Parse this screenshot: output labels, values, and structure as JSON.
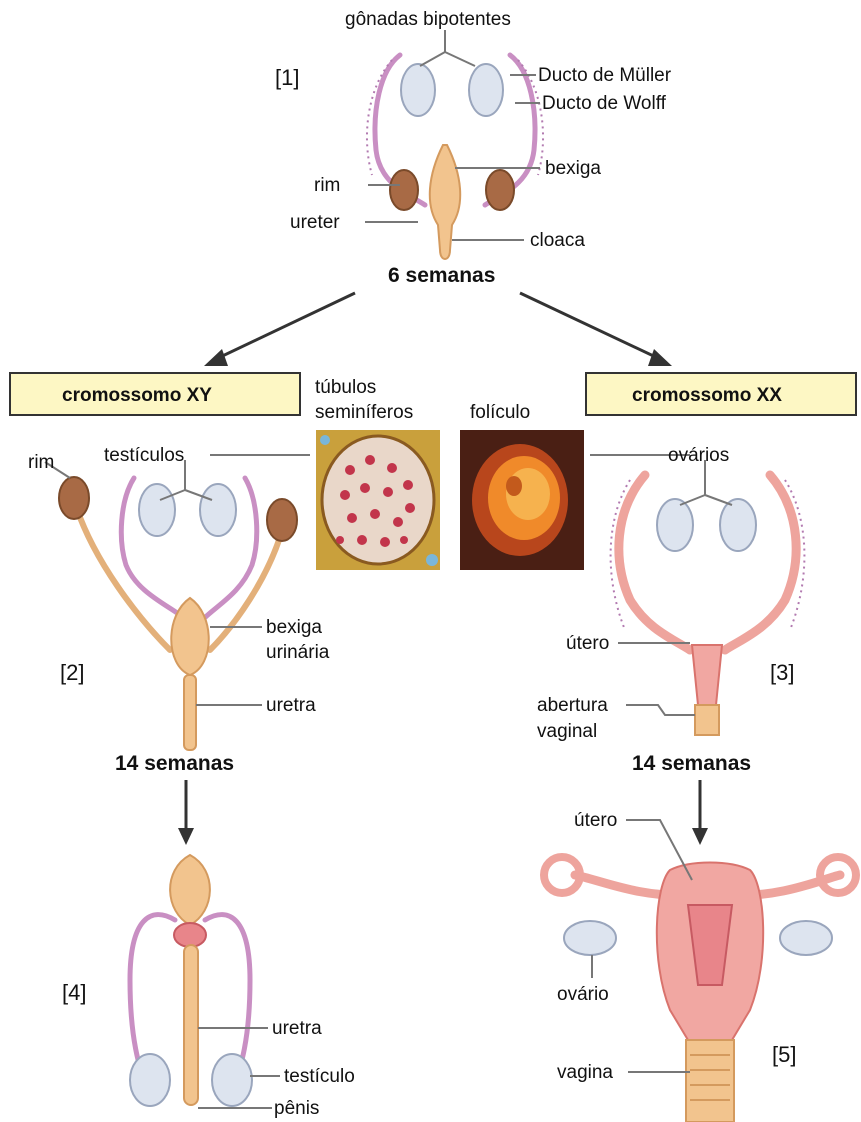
{
  "labels": {
    "bipotent_gonads": "gônadas bipotentes",
    "mullerian_duct": "Ducto de Müller",
    "wolffian_duct": "Ducto de Wolff",
    "bladder": "bexiga",
    "kidney_top": "rim",
    "ureter": "ureter",
    "cloaca": "cloaca",
    "seminiferous_tubules_1": "túbulos",
    "seminiferous_tubules_2": "seminíferos",
    "follicle": "folículo",
    "kidney_xy": "rim",
    "testicles": "testículos",
    "ovaries": "ovários",
    "urinary_bladder_1": "bexiga",
    "urinary_bladder_2": "urinária",
    "urethra_xy": "uretra",
    "uterus_xx": "útero",
    "vaginal_opening_1": "abertura",
    "vaginal_opening_2": "vaginal",
    "uterus_adult": "útero",
    "ovary": "ovário",
    "vagina": "vagina",
    "urethra_adult": "uretra",
    "testicle": "testículo",
    "penis": "pênis"
  },
  "stages": {
    "week6": "6 semanas",
    "week14_male": "14 semanas",
    "week14_female": "14 semanas"
  },
  "boxes": {
    "xy": "cromossomo XY",
    "xx": "cromossomo XX"
  },
  "indices": {
    "i1": "[1]",
    "i2": "[2]",
    "i3": "[3]",
    "i4": "[4]",
    "i5": "[5]"
  },
  "colors": {
    "box_fill": "#fdf7c4",
    "box_stroke": "#333333",
    "tubules_bg": "#c9a03c",
    "follicle_bg": "#4a1f14",
    "follicle_core": "#f08a2a"
  }
}
